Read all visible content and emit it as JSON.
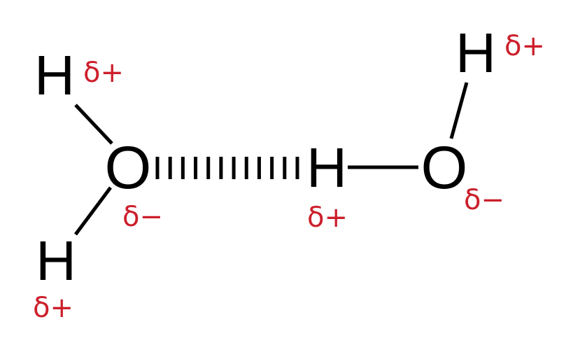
{
  "colors": {
    "atom": "#000000",
    "charge": "#cc1f2b",
    "background": "#ffffff"
  },
  "molecule_left": {
    "atoms": {
      "h_top": "H",
      "o": "O",
      "h_bottom": "H"
    },
    "charges": {
      "h_top": "δ+",
      "o": "δ−",
      "h_bottom": "δ+"
    }
  },
  "molecule_right": {
    "atoms": {
      "h_bridge": "H",
      "o": "O",
      "h_top": "H"
    },
    "charges": {
      "h_bridge": "δ+",
      "o": "δ−",
      "h_top": "δ+"
    }
  }
}
